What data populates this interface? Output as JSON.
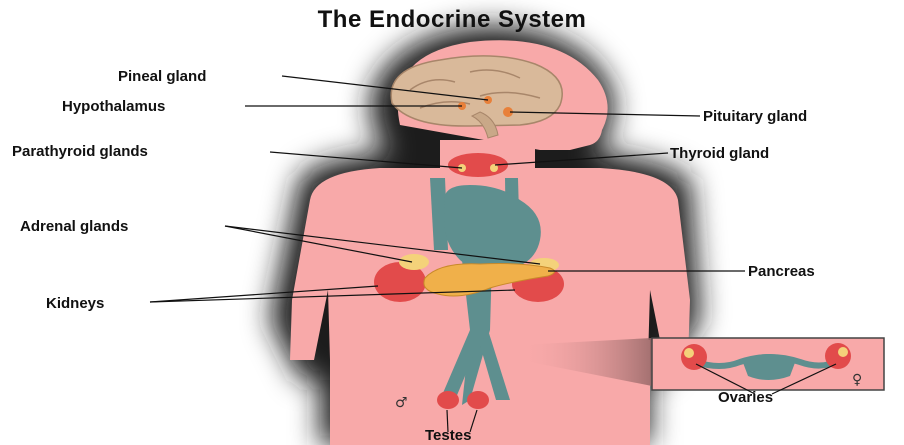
{
  "title": "The Endocrine System",
  "labels": {
    "pineal": "Pineal gland",
    "hypothalamus": "Hypothalamus",
    "pituitary": "Pituitary gland",
    "parathyroid": "Parathyroid glands",
    "thyroid": "Thyroid gland",
    "adrenal": "Adrenal glands",
    "pancreas": "Pancreas",
    "kidneys": "Kidneys",
    "ovaries": "Ovaries",
    "testes": "Testes"
  },
  "symbols": {
    "male": "♂",
    "female": "♀"
  },
  "colors": {
    "body": "#f8a9a9",
    "body_shadow": "#1a1a1a",
    "brain": "#d9b99a",
    "organs_teal": "#5e8f8f",
    "kidney": "#e24b4b",
    "gland_yellow": "#f4d27a",
    "pancreas": "#f0b04a",
    "gland_orange": "#e8803a"
  }
}
